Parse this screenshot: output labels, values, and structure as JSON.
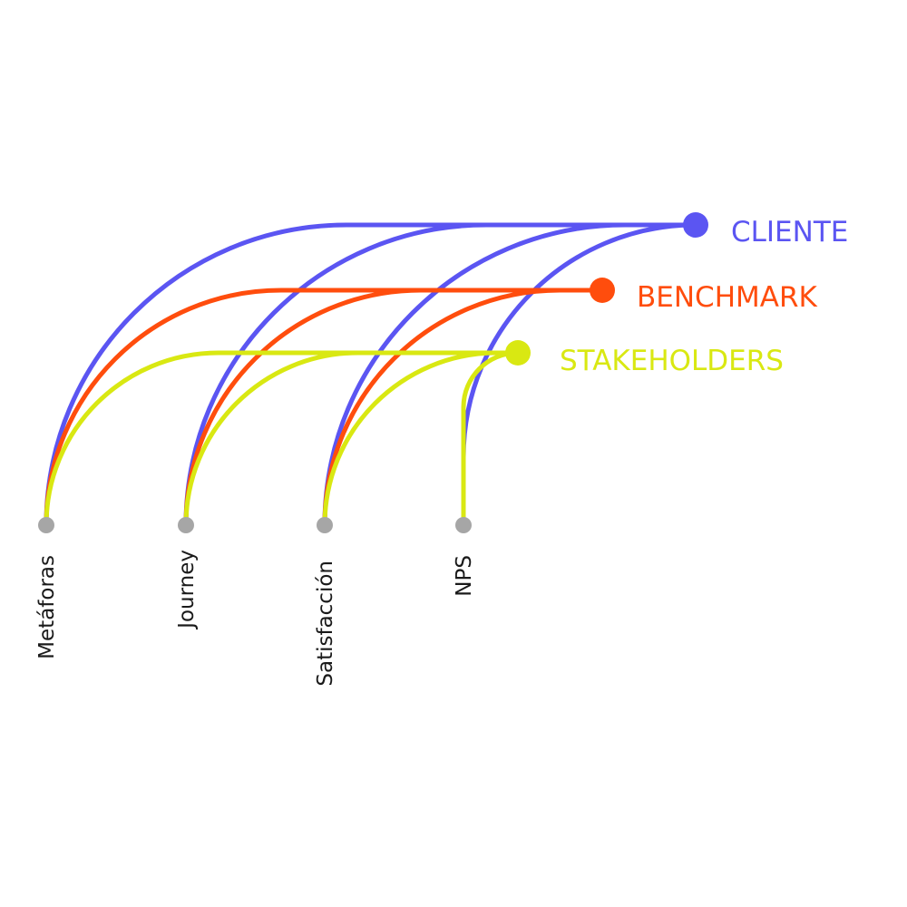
{
  "diagram": {
    "sources": [
      {
        "id": "metaforas",
        "label": "Metáforas"
      },
      {
        "id": "journey",
        "label": "Journey"
      },
      {
        "id": "satisfaccion",
        "label": "Satisfacción"
      },
      {
        "id": "nps",
        "label": "NPS"
      }
    ],
    "hubs": [
      {
        "id": "cliente",
        "label": "CLIENTE",
        "color": "#5b55f2"
      },
      {
        "id": "benchmark",
        "label": "BENCHMARK",
        "color": "#ff4d0d"
      },
      {
        "id": "stakeholders",
        "label": "STAKEHOLDERS",
        "color": "#d9e812"
      }
    ],
    "links": [
      {
        "hub": "cliente",
        "source": "metaforas"
      },
      {
        "hub": "cliente",
        "source": "journey"
      },
      {
        "hub": "cliente",
        "source": "satisfaccion"
      },
      {
        "hub": "cliente",
        "source": "nps"
      },
      {
        "hub": "benchmark",
        "source": "metaforas"
      },
      {
        "hub": "benchmark",
        "source": "journey"
      },
      {
        "hub": "benchmark",
        "source": "satisfaccion"
      },
      {
        "hub": "stakeholders",
        "source": "metaforas"
      },
      {
        "hub": "stakeholders",
        "source": "journey"
      },
      {
        "hub": "stakeholders",
        "source": "satisfaccion"
      },
      {
        "hub": "stakeholders",
        "source": "nps"
      }
    ],
    "source_dot_color": "#a6a6a6"
  }
}
